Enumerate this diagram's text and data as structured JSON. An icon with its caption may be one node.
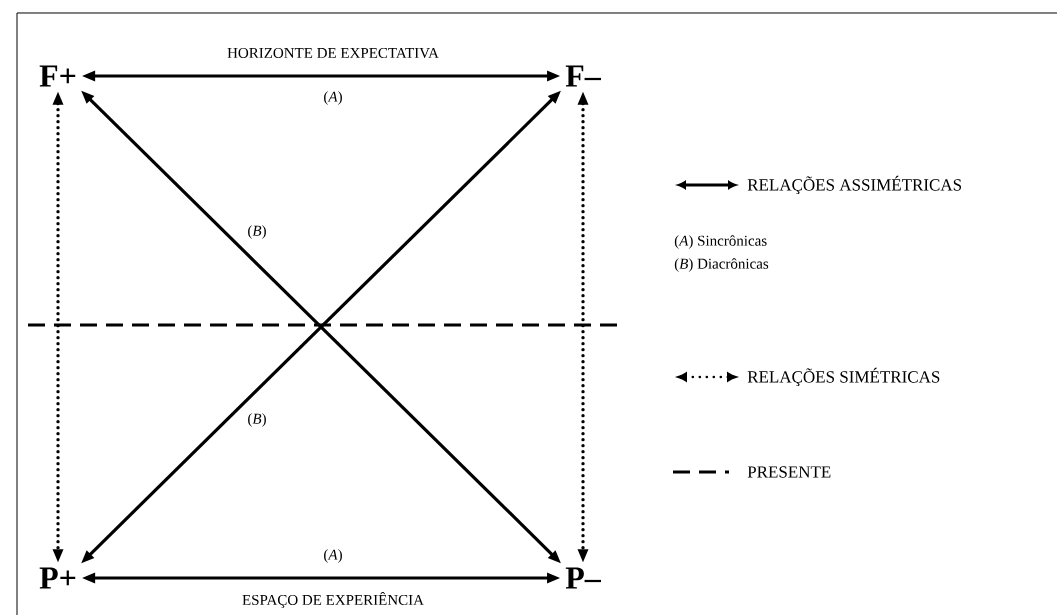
{
  "diagram": {
    "nodes": [
      {
        "text": [
          "F+"
        ]
      },
      {
        "text": [
          "F–"
        ]
      },
      {
        "text": [
          "P+"
        ]
      },
      {
        "text": [
          "P–"
        ]
      }
    ],
    "edges": [
      {
        "from": 0,
        "to": 1,
        "arrow": "both",
        "label": "(*A*)"
      },
      {
        "from": 2,
        "to": 3,
        "arrow": "both",
        "label": "(*A*)"
      },
      {
        "from": 0,
        "to": 3,
        "arrow": "both",
        "label": "(*B*)"
      },
      {
        "from": 2,
        "to": 1,
        "arrow": "both",
        "label": "(*B*)"
      },
      {
        "from": 0,
        "to": 2,
        "arrow": "both",
        "style": "dashed"
      },
      {
        "from": 1,
        "to": 3,
        "arrow": "both",
        "style": "dashed"
      }
    ],
    "labels": [
      "HORIZONTE DE EXPECTATIVA",
      "(*A*) Sincrônicas",
      "(*B*) Diacrônicas",
      "ESPAÇO DE EXPERIÊNCIA"
    ],
    "legend": [
      {
        "text": "RELAÇÕES ASSIMÉTRICAS"
      },
      {
        "text": "RELAÇÕES SIMÉTRICAS"
      },
      {
        "text": "PRESENTE"
      }
    ]
  }
}
